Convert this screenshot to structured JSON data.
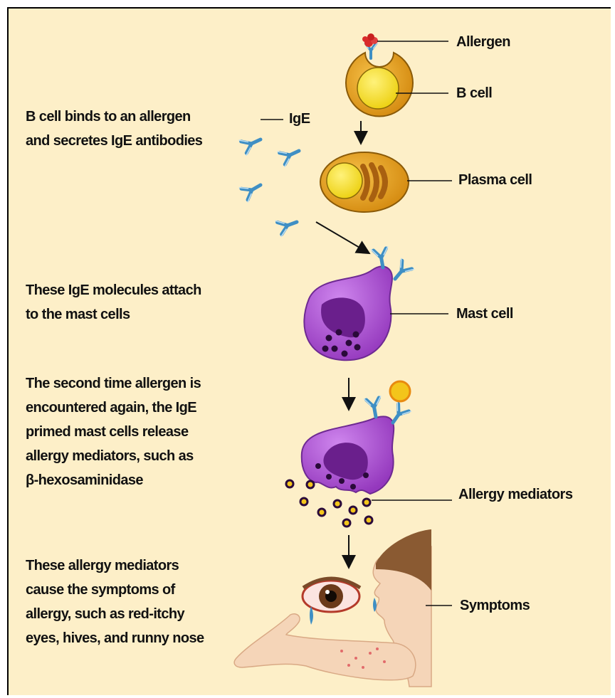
{
  "labels": {
    "allergen": "Allergen",
    "b_cell": "B cell",
    "ige": "IgE",
    "plasma_cell": "Plasma cell",
    "mast_cell": "Mast cell",
    "allergy_mediators": "Allergy mediators",
    "symptoms": "Symptoms"
  },
  "descriptions": {
    "step1": "B cell binds to an allergen\nand secretes IgE antibodies",
    "step2": "These IgE molecules attach\nto the mast cells",
    "step3": "The second time allergen is\nencountered again, the IgE\nprimed mast cells release\nallergy mediators, such as\nβ-hexosaminidase",
    "step4": "These allergy mediators\ncause the symptoms of\nallergy, such as red-itchy\neyes, hives, and runny nose"
  },
  "colors": {
    "background": "#fdefc8",
    "b_cell": "#e3a11f",
    "nucleus": "#f7df1e",
    "mast_cell": "#a64fc9",
    "mast_nucleus": "#6a1f8c",
    "antibody": "#3f8fc4",
    "allergen": "#d92b2b",
    "mediator": "#f3c51b"
  }
}
